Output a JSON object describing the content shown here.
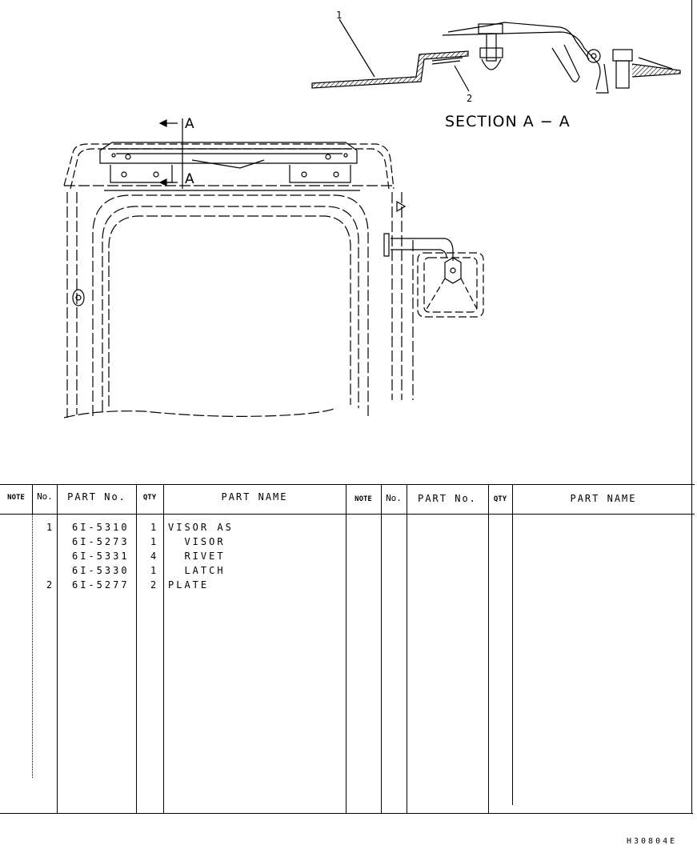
{
  "section_title": "SECTION A − A",
  "callouts": {
    "c1": "1",
    "c2": "2"
  },
  "cut_marks": {
    "a_top": "A",
    "a_bottom": "A"
  },
  "table": {
    "headers": {
      "note": "NOTE",
      "no": "No.",
      "part_no": "PART No.",
      "qty": "QTY",
      "part_name": "PART NAME"
    },
    "rows": [
      {
        "no": "1",
        "part_no": "6I-5310",
        "qty": "1",
        "part_name": "VISOR AS"
      },
      {
        "no": "",
        "part_no": "6I-5273",
        "qty": "1",
        "part_name": "  VISOR"
      },
      {
        "no": "",
        "part_no": "6I-5331",
        "qty": "4",
        "part_name": "  RIVET"
      },
      {
        "no": "",
        "part_no": "6I-5330",
        "qty": "1",
        "part_name": "  LATCH"
      },
      {
        "no": "2",
        "part_no": "6I-5277",
        "qty": "2",
        "part_name": "PLATE"
      }
    ]
  },
  "footer_code": "H30804E"
}
